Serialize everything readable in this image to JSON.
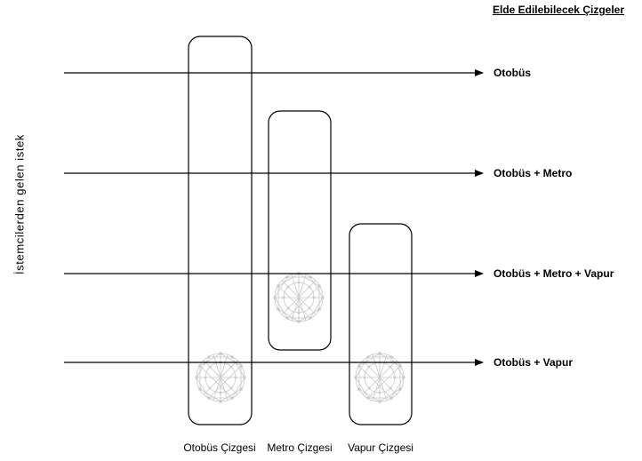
{
  "heading": "Elde Edilebilecek Çizgeler",
  "y_axis_label": "İstemcilerden gelen istek",
  "columns": [
    {
      "label": "Otobüs Çizgesi"
    },
    {
      "label": "Metro Çizgesi"
    },
    {
      "label": "Vapur Çizgesi"
    }
  ],
  "outcomes": [
    {
      "label": "Otobüs"
    },
    {
      "label": "Otobüs + Metro"
    },
    {
      "label": "Otobüs + Metro + Vapur"
    },
    {
      "label": "Otobüs + Vapur"
    }
  ],
  "colors": {
    "line": "#000000",
    "graph_watermark": "#c8c8c8"
  }
}
